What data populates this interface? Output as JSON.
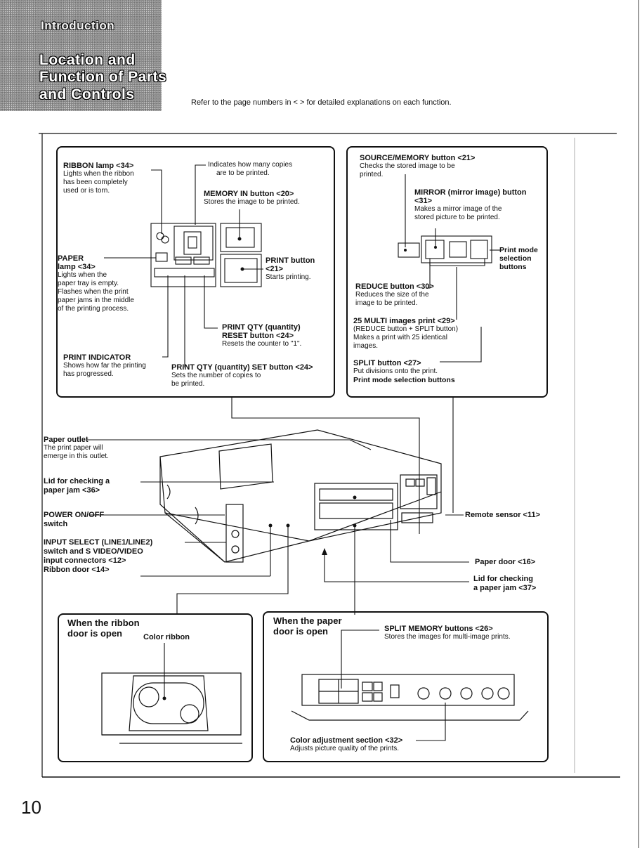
{
  "header": {
    "section": "Introduction",
    "title_lines": [
      "Location and",
      "Function of Parts",
      "and Controls"
    ],
    "intro": "Refer to the page numbers in < > for detailed explanations on each function."
  },
  "top_left_box": {
    "ribbon_lamp": {
      "title": "RIBBON lamp <34>",
      "lines": [
        "Lights when the ribbon",
        "has been completely",
        "used or is torn."
      ]
    },
    "indicates": {
      "lines": [
        "Indicates how many copies",
        "are to be printed."
      ]
    },
    "memory_in": {
      "title": "MEMORY IN button <20>",
      "desc": "Stores the image to be printed."
    },
    "paper_lamp": {
      "title1": "PAPER",
      "title2": "lamp <34>",
      "lines": [
        "Lights when the",
        "paper tray is empty.",
        "Flashes when the print",
        "paper jams in the middle",
        "of the printing process."
      ]
    },
    "print_button": {
      "title1": "PRINT button",
      "title2": "<21>",
      "desc": "Starts printing."
    },
    "print_qty_reset": {
      "title1": "PRINT QTY (quantity)",
      "title2": "RESET button <24>",
      "desc": "Resets the counter to \"1\"."
    },
    "print_indicator": {
      "title": "PRINT INDICATOR",
      "lines": [
        "Shows how far the printing",
        "has progressed."
      ]
    },
    "print_qty_set": {
      "title": "PRINT QTY (quantity) SET button <24>",
      "lines": [
        "Sets the number of copies to",
        "be printed."
      ]
    }
  },
  "top_right_box": {
    "source_memory": {
      "title": "SOURCE/MEMORY button <21>",
      "lines": [
        "Checks the stored image to be",
        "printed."
      ]
    },
    "mirror": {
      "title1": "MIRROR (mirror image) button",
      "title2": "<31>",
      "lines": [
        "Makes a mirror image of the",
        "stored picture to be printed."
      ]
    },
    "print_mode_label": [
      "Print mode",
      "selection",
      "buttons"
    ],
    "reduce": {
      "title": "REDUCE button <30>",
      "lines": [
        "Reduces the size of the",
        "image to be printed."
      ]
    },
    "multi25": {
      "title": "25 MULTI images print <29>",
      "lines": [
        "(REDUCE button + SPLIT button)",
        "Makes a print with 25 identical",
        "images."
      ]
    },
    "split": {
      "title": "SPLIT button <27>",
      "desc": "Put divisions onto the print."
    },
    "footer": "Print mode selection buttons"
  },
  "middle": {
    "paper_outlet": {
      "title": "Paper outlet",
      "lines": [
        "The print paper will",
        "emerge in this outlet."
      ]
    },
    "lid_check": {
      "title1": "Lid for checking a",
      "title2": "paper jam <36>"
    },
    "power": {
      "title1": "POWER ON/OFF",
      "title2": "switch"
    },
    "input_select": {
      "lines": [
        "INPUT SELECT (LINE1/LINE2)",
        "switch and S VIDEO/VIDEO",
        "input connectors <12>"
      ]
    },
    "ribbon_door": "Ribbon door <14>",
    "remote_sensor": "Remote sensor <11>",
    "paper_door": "Paper door <16>",
    "lid_check_right": {
      "title1": "Lid for checking",
      "title2": "a paper jam <37>"
    }
  },
  "bottom_left_box": {
    "title1": "When the ribbon",
    "title2": "door is open",
    "color_ribbon": "Color ribbon"
  },
  "bottom_right_box": {
    "title1": "When the paper",
    "title2": "door is open",
    "split_memory": {
      "title": "SPLIT MEMORY buttons <26>",
      "desc": "Stores the images for multi-image prints."
    },
    "color_adjust": {
      "title": "Color adjustment section <32>",
      "desc": "Adjusts picture quality of the prints."
    }
  },
  "page_number": "10"
}
